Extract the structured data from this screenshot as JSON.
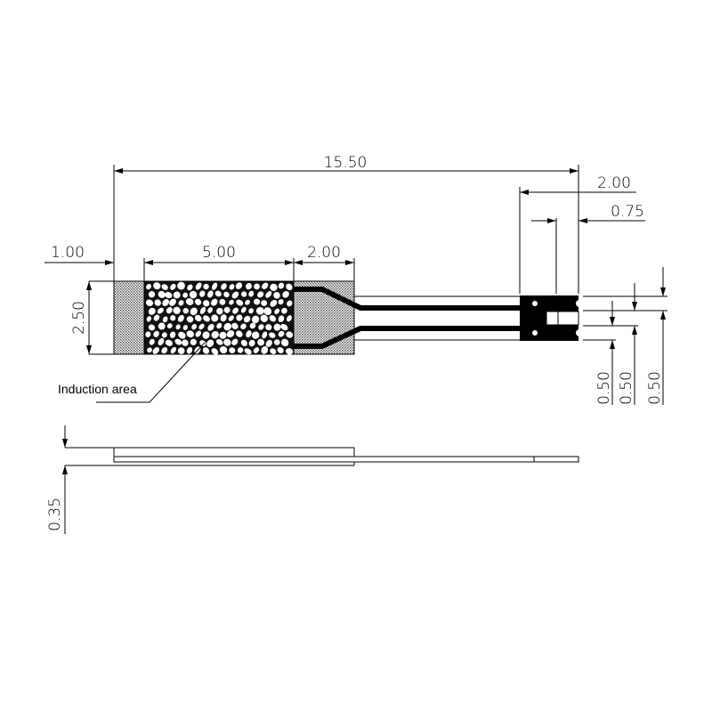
{
  "drawing": {
    "dimensions": {
      "total_length": "15.50",
      "connector_length": "2.00",
      "connector_slot": "0.75",
      "left_pad": "1.00",
      "induction_length": "5.00",
      "right_pad": "2.00",
      "width": "2.50",
      "pin_a": "0.50",
      "pin_b": "0.50",
      "pin_c": "0.50",
      "thickness": "0.35"
    },
    "labels": {
      "induction": "Induction area"
    },
    "colors": {
      "line": "#000000",
      "background": "#ffffff"
    }
  }
}
